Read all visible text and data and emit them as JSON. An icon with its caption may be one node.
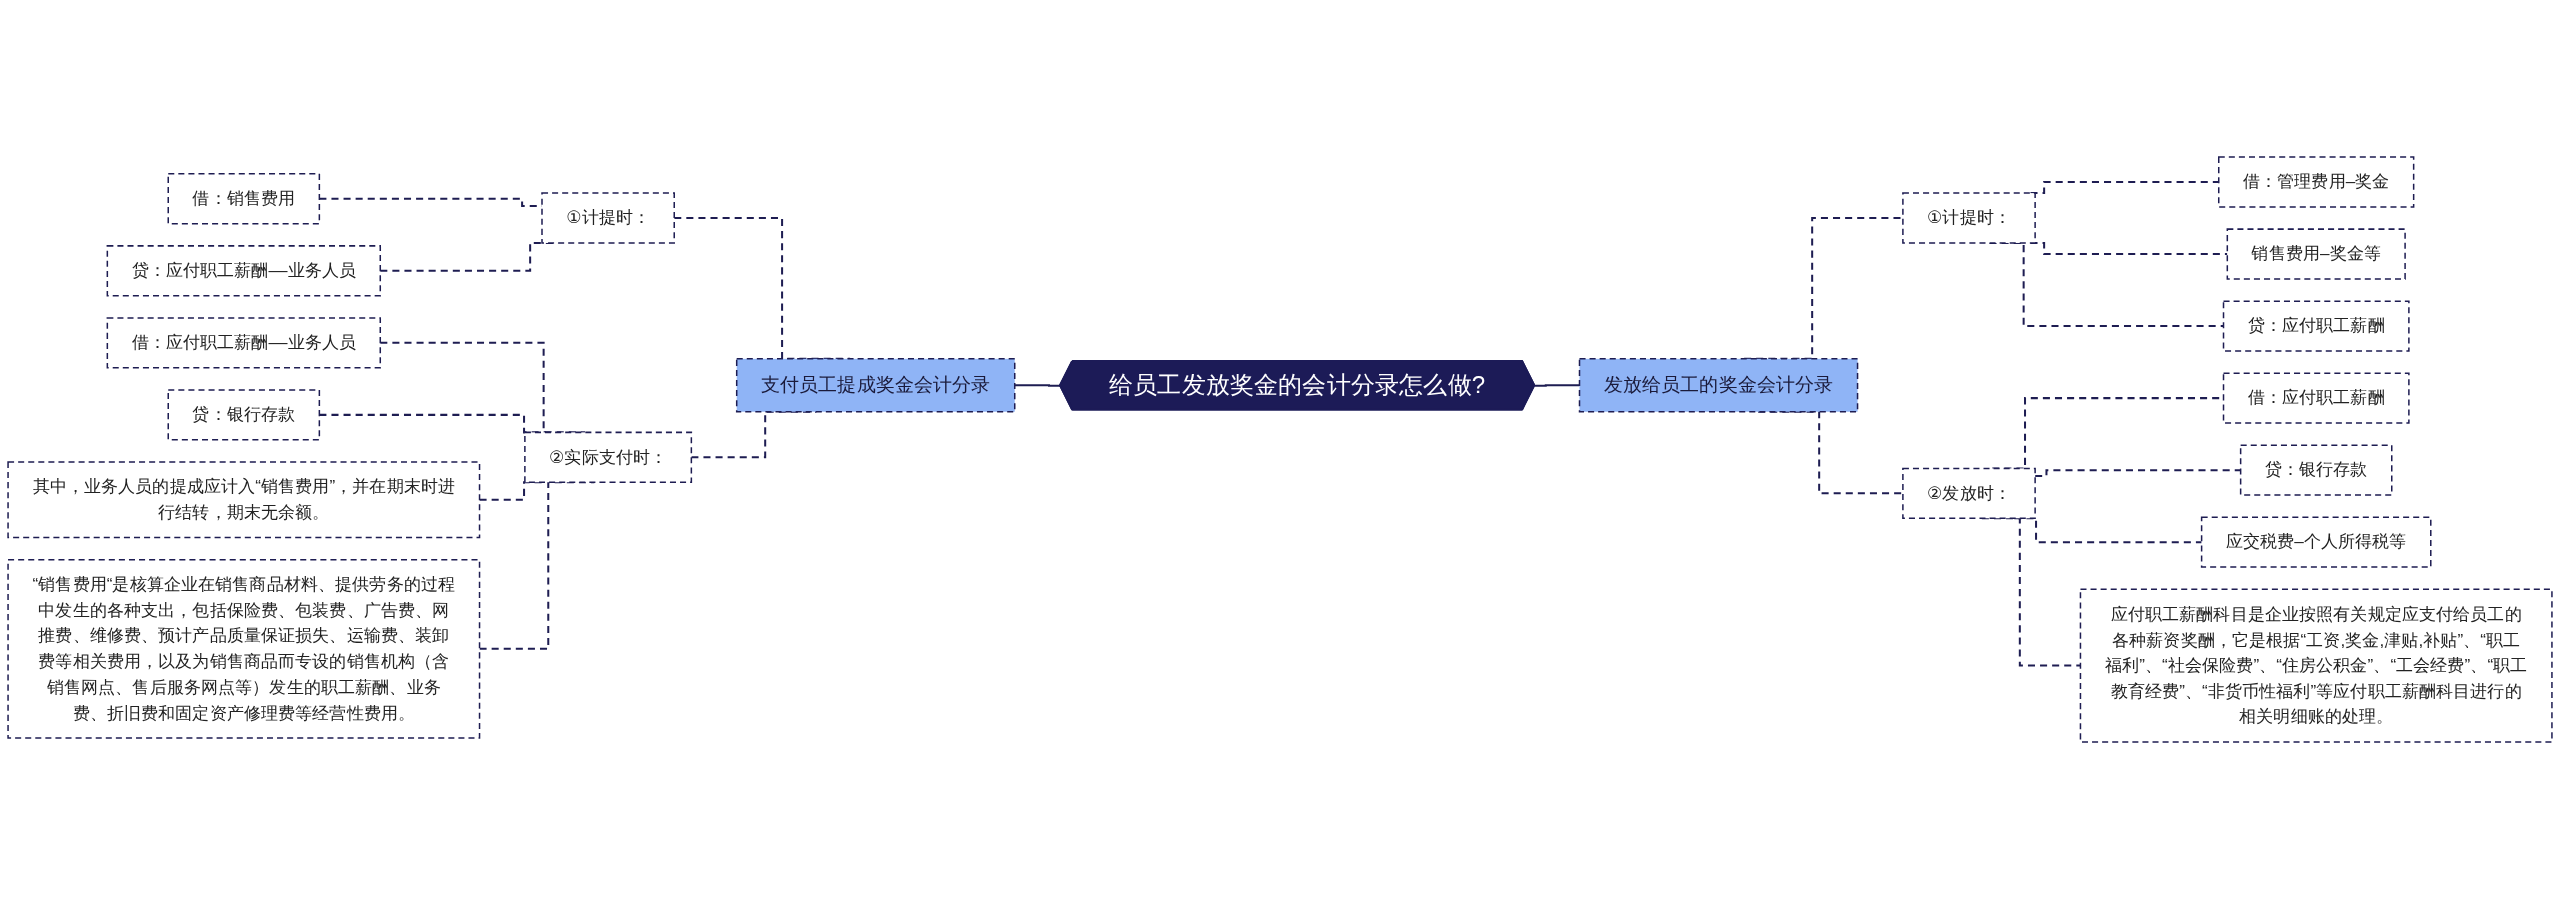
{
  "diagram": {
    "nodes": [
      {
        "text": [
          "给员工发放奖金的会计分录怎么做?"
        ]
      },
      {
        "text": [
          "支付员工提成奖金会计分录"
        ]
      },
      {
        "text": [
          "①计提时："
        ]
      },
      {
        "text": [
          "借：销售费用"
        ]
      },
      {
        "text": [
          "贷：应付职工薪酬––业务人员"
        ]
      },
      {
        "text": [
          "②实际支付时："
        ]
      },
      {
        "text": [
          "借：应付职工薪酬––业务人员"
        ]
      },
      {
        "text": [
          "贷：银行存款"
        ]
      },
      {
        "text": [
          "其中，业务人员的提成应计入“销售费用”，并在期末时进行结转，期末无余额。"
        ]
      },
      {
        "text": [
          "“销售费用“是核算企业在销售商品材料、提供劳务的过程中发生的各种支出，包括保险费、包装费、广告费、网推费、维修费、预计产品质量保证损失、运输费、装卸费等相关费用，以及为销售商品而专设的销售机构（含销售网点、售后服务网点等）发生的职工薪酬、业务费、折旧费和固定资产修理费等经营性费用。"
        ]
      },
      {
        "text": [
          "发放给员工的奖金会计分录"
        ]
      },
      {
        "text": [
          "①计提时："
        ]
      },
      {
        "text": [
          "借：管理费用–奖金"
        ]
      },
      {
        "text": [
          "销售费用–奖金等"
        ]
      },
      {
        "text": [
          "贷：应付职工薪酬"
        ]
      },
      {
        "text": [
          "②发放时："
        ]
      },
      {
        "text": [
          "借：应付职工薪酬"
        ]
      },
      {
        "text": [
          "贷：银行存款"
        ]
      },
      {
        "text": [
          "应交税费–个人所得税等"
        ]
      },
      {
        "text": [
          "应付职工薪酬科目是企业按照有关规定应支付给员工的各种薪资奖酬，它是根据“工资,奖金,津贴,补贴”、“职工福利”、“社会保险费”、“住房公积金”、“工会经费”、“职工教育经费”、“非货币性福利”等应付职工薪酬科目进行的相关明细账的处理。"
        ]
      }
    ],
    "edges": [
      {
        "from": 1,
        "to": 0,
        "arrow": "none"
      },
      {
        "from": 2,
        "to": 1,
        "arrow": "none",
        "style": "dashed"
      },
      {
        "from": 3,
        "to": 2,
        "arrow": "none",
        "style": "dashed"
      },
      {
        "from": 4,
        "to": 2,
        "arrow": "none",
        "style": "dashed"
      },
      {
        "from": 5,
        "to": 1,
        "arrow": "none",
        "style": "dashed"
      },
      {
        "from": 6,
        "to": 5,
        "arrow": "none",
        "style": "dashed"
      },
      {
        "from": 7,
        "to": 5,
        "arrow": "none",
        "style": "dashed"
      },
      {
        "from": 8,
        "to": 5,
        "arrow": "none",
        "style": "dashed"
      },
      {
        "from": 9,
        "to": 5,
        "arrow": "none",
        "style": "dashed"
      },
      {
        "from": 0,
        "to": 10,
        "arrow": "none"
      },
      {
        "from": 10,
        "to": 11,
        "arrow": "none",
        "style": "dashed"
      },
      {
        "from": 11,
        "to": 12,
        "arrow": "none",
        "style": "dashed"
      },
      {
        "from": 11,
        "to": 13,
        "arrow": "none",
        "style": "dashed"
      },
      {
        "from": 11,
        "to": 14,
        "arrow": "none",
        "style": "dashed"
      },
      {
        "from": 10,
        "to": 15,
        "arrow": "none",
        "style": "dashed"
      },
      {
        "from": 15,
        "to": 16,
        "arrow": "none",
        "style": "dashed"
      },
      {
        "from": 15,
        "to": 17,
        "arrow": "none",
        "style": "dashed"
      },
      {
        "from": 15,
        "to": 18,
        "arrow": "none",
        "style": "dashed"
      },
      {
        "from": 15,
        "to": 19,
        "arrow": "none",
        "style": "dashed"
      }
    ]
  }
}
